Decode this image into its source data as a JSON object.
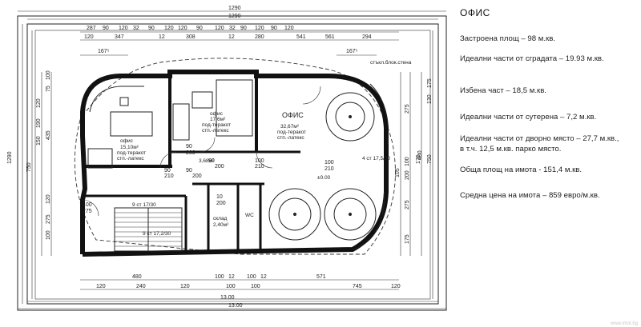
{
  "info_panel": {
    "title": "ОФИС",
    "lines": [
      "Застроена площ – 98 м.кв.",
      "Идеални части от сградата – 19.93 м.кв.",
      "Избена част – 18,5 м.кв.",
      "Идеални части от сутерена – 7,2 м.кв.",
      "Идеални части от дворно място – 27,7 м.кв.,",
      "в т.ч. 12,5 м.кв. парко място.",
      "Обща площ на имота - 151,4 м.кв.",
      "Средна цена на имота – 859 евро/м.кв."
    ]
  },
  "watermark": "www.imot.bg",
  "plan": {
    "top_total_outer": "1290",
    "top_total_inner": "1290",
    "top_segments": [
      "287",
      "90",
      "120",
      "32",
      "90",
      "120",
      "120",
      "90",
      "120",
      "32",
      "90",
      "120",
      "90",
      "120"
    ],
    "top_segments_row2": [
      "120",
      "347",
      "12",
      "308",
      "12",
      "280",
      "541",
      "561",
      "294"
    ],
    "top_extra": [
      "167⁵",
      "167⁵"
    ],
    "bottom_segments": [
      "480",
      "100",
      "12",
      "100",
      "12",
      "571"
    ],
    "bottom_segments_row2": [
      "120",
      "240",
      "120",
      "100",
      "100",
      "745",
      "120"
    ],
    "bottom_total_inner": "13.00",
    "bottom_total_outer": "13.00",
    "left_dims": [
      "100",
      "75",
      "120",
      "190",
      "150",
      "435",
      "750",
      "120",
      "275",
      "100"
    ],
    "left_total": "1290",
    "right_dims": [
      "175",
      "130",
      "275",
      "750",
      "400",
      "100",
      "105",
      "200",
      "275",
      "175",
      "175"
    ],
    "rooms": [
      {
        "label": "офис",
        "area": "15,10м²",
        "floor": "под-теракот",
        "walls": "стп.-латекс"
      },
      {
        "label": "офис",
        "area": "17,6м²",
        "floor": "под-теракот",
        "walls": "стп.-латекс"
      },
      {
        "label": "ОФИС",
        "area": "32,67м²",
        "floor": "под-теракот",
        "walls": "стп.-латекс"
      },
      {
        "label": "склад",
        "area": "2,40м²"
      },
      {
        "label": "WC",
        "area": ""
      }
    ],
    "hall_area": "3,68м²",
    "stair_notes": [
      "9 ст 17/30",
      "9 ст 17,2/30"
    ],
    "stair_right": "4 ст 17,5/30",
    "level_mark": "±0.00",
    "blockwall_note": "стъкл.блок.стена",
    "openings": [
      "90",
      "210",
      "90",
      "200",
      "90",
      "200",
      "90",
      "200",
      "10",
      "200",
      "100",
      "210",
      "100",
      "275",
      "100",
      "210"
    ]
  }
}
